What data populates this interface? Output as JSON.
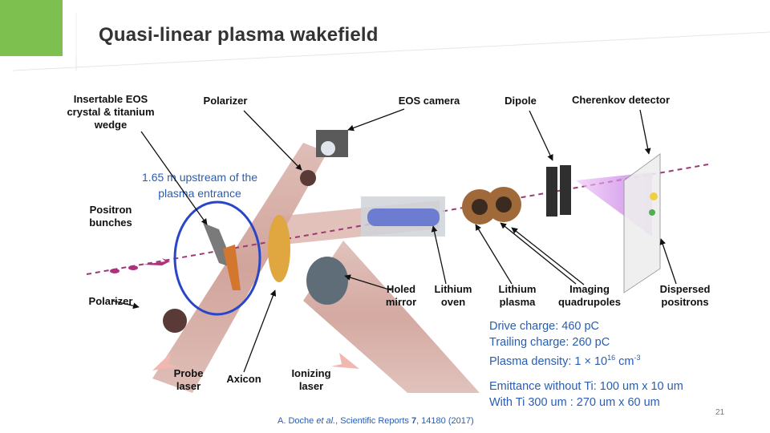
{
  "slide": {
    "title": "Quasi-linear plasma wakefield",
    "page_number": "21",
    "accent_color": "#7ec04f",
    "text_color": "#2a5db0"
  },
  "figure": {
    "labels": {
      "eos_crystal": [
        "Insertable EOS",
        "crystal & titanium",
        "wedge"
      ],
      "polarizer_top": "Polarizer",
      "eos_camera": "EOS camera",
      "dipole": "Dipole",
      "cherenkov": "Cherenkov detector",
      "positron_bunches": [
        "Positron",
        "bunches"
      ],
      "polarizer_bottom": "Polarizer",
      "holed_mirror": [
        "Holed",
        "mirror"
      ],
      "lithium_oven": [
        "Lithium",
        "oven"
      ],
      "lithium_plasma": [
        "Lithium",
        "plasma"
      ],
      "imaging_quadrupoles": [
        "Imaging",
        "quadrupoles"
      ],
      "dispersed_positrons": [
        "Dispersed",
        "positrons"
      ],
      "probe_laser": [
        "Probe",
        "laser"
      ],
      "axicon": "Axicon",
      "ionizing_laser": [
        "Ionizing",
        "laser"
      ]
    },
    "note": [
      "1.65 m upstream of the",
      "plasma entrance"
    ]
  },
  "params": {
    "drive_charge": "Drive charge: 460 pC",
    "trailing_charge": "Trailing charge: 260 pC",
    "plasma_density_prefix": "Plasma density: 1 × 10",
    "plasma_density_exp": "16",
    "plasma_density_unit": " cm",
    "plasma_density_unit_exp": "-3",
    "emittance_without": "Emittance without Ti: 100 um x 10 um",
    "emittance_with": "With Ti 300 um : 270 um x 60 um"
  },
  "citation": {
    "authors_a": "A. Doche ",
    "authors_etal": "et al.",
    "journal": ", Scientific Reports ",
    "volume": "7",
    "rest": ", 14180 (2017)"
  }
}
